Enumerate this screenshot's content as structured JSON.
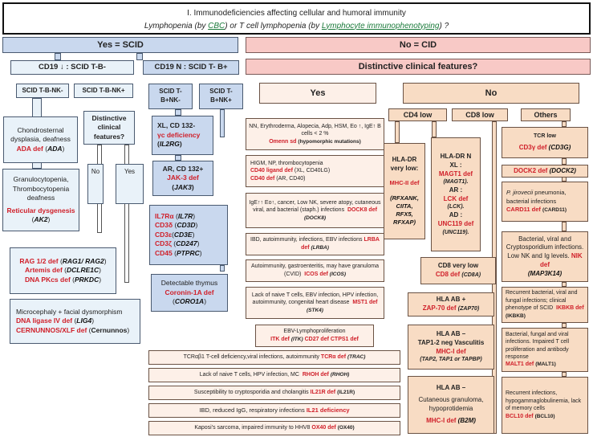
{
  "header": {
    "title": "I. Immunodeficiencies affecting cellular and humoral immunity",
    "question_pre": "Lymphopenia (by ",
    "cbc_link": "CBC",
    "question_mid": ") or T cell lymphopenia (by ",
    "pheno_link": "Lymphocyte immunophenotyping",
    "question_post": ") ?"
  },
  "scid": {
    "label": "Yes = SCID",
    "cd19_low": "CD19 ↓ : SCID T-B-",
    "cd19_n": "CD19 N : SCID T- B+",
    "tbnk_minus": "SCID T-B-NK-",
    "tbnk_plus": "SCID T-B-NK+",
    "tbpnk_minus": "SCID T-B+NK-",
    "tbpnk_plus": "SCID T-B+NK+",
    "distinctive": "Distinctive clinical features?",
    "no": "No",
    "yes": "Yes",
    "ada": {
      "text": "Chondrosternal dysplasia, deafness",
      "def": "ADA def",
      "gene": "ADA"
    },
    "reticular": {
      "text": "Granulocytopenia, Thrombocytopenia deafness",
      "def": "Reticular dysgenesis",
      "gene": "AK2"
    },
    "rag": [
      {
        "def": "RAG 1/2 def",
        "gene": "RAG1/ RAG2"
      },
      {
        "def": "Artemis def",
        "gene": "DCLRE1C"
      },
      {
        "def": "DNA PKcs def",
        "gene": "PRKDC"
      }
    ],
    "micro": {
      "text": "Microcephaly + facial dysmorphism",
      "items": [
        {
          "def": "DNA ligase IV def",
          "gene": "LIG4"
        },
        {
          "def": "CERNUNNOS/XLF def",
          "gene": "Cernunnos"
        }
      ]
    },
    "gamma_c": {
      "text": "XL,  CD 132-",
      "def": "γc deficiency",
      "gene": "IL2RG"
    },
    "jak3": {
      "text": "AR, CD 132+",
      "def": "JAK-3 def",
      "gene": "JAK3"
    },
    "il7": [
      {
        "def": "IL7Rα",
        "gene": "IL7R"
      },
      {
        "def": "CD3δ",
        "gene": "CD3D"
      },
      {
        "def": "CD3ε",
        "gene": "CD3E"
      },
      {
        "def": "CD3ζ",
        "gene": "CD247"
      },
      {
        "def": "CD45",
        "gene": "PTPRC"
      }
    ],
    "coronin": {
      "text": "Detectable thymus",
      "def": "Coronin-1A def",
      "gene": "CORO1A"
    }
  },
  "cid": {
    "label": "No = CID",
    "distinctive": "Distinctive clinical features?",
    "yes": "Yes",
    "no": "No",
    "yes_boxes": [
      {
        "text": "NN, Erythroderma, Alopecia, Adp, HSM, Eo ↑, IgE↑     B cells < 2 %",
        "def": "Omenn sd",
        "gene": "(hypomorphic mutations)"
      },
      {
        "text": "HIGM, NP, thrombocytopenia",
        "def": "CD40 ligand def",
        "gene": "(XL, CD40LG)",
        "def2": "CD40 def",
        "gene2": "(AR, CD40)"
      },
      {
        "text": "IgE↑↑ Eo↑, cancer, Low NK, severe atopy, cutaneous viral, and bacterial (staph.) infections",
        "def": "DOCK8 def",
        "gene": "(DOCK8)"
      },
      {
        "text": "IBD, autoimmunity, infections, EBV infections",
        "def": "LRBA def",
        "gene": "(LRBA)"
      },
      {
        "text": "Autoimmunity, gastroenteritis, may have granuloma (CVID)",
        "def": "ICOS def",
        "gene": "(ICOS)"
      },
      {
        "text": "Lack of naive T cells, EBV infection, HPV infection, autoimmunity, congenital heart disease",
        "def": "MST1 def",
        "gene": "(STK4)"
      },
      {
        "text": "EBV-Lymphoproliferation",
        "def": "ITK def",
        "gene": "(ITK)",
        "def2": "CD27 def CTPS1 def"
      }
    ],
    "wide_boxes": [
      {
        "text": "TCRαβ1 T-cell deficiency,viral infections, autoimmunity",
        "def": "TCRα def",
        "gene": "(TRAC)"
      },
      {
        "text": "Lack of naive T cells, HPV infection, MC",
        "def": "RHOH def",
        "gene": "(RHOH)"
      },
      {
        "text": "Susceptibility to cryptosporidia and cholangitis",
        "def": "IL21R def",
        "gene": "(IL21R)"
      },
      {
        "text": "IBD, reduced IgG, respiratory infections",
        "def": "IL21 deficiency",
        "gene": ""
      },
      {
        "text": "Kaposi's sarcoma, impaired immunity to HHV8",
        "def": "OX40 def",
        "gene": "(OX40)"
      }
    ],
    "cd4_low": "CD4 low",
    "cd8_low": "CD8 low",
    "others": "Others",
    "hla_dr_low": {
      "title": "HLA-DR very low:",
      "def": "MHC-II def",
      "gene": "(RFXANK, CIITA, RFX5, RFXAP)"
    },
    "hla_dr_n": {
      "title": "HLA-DR N",
      "items": [
        {
          "mode": "XL :",
          "def": "MAGT1 def",
          "gene": "(MAGT1)."
        },
        {
          "mode": "AR :",
          "def": "LCK def",
          "gene": "(LCK)."
        },
        {
          "mode": "AD :",
          "def": "UNC119 def",
          "gene": "(UNC119)."
        }
      ]
    },
    "cd8_very_low": {
      "title": "CD8 very low",
      "def": "CD8 def",
      "gene": "(CD8A)"
    },
    "zap70": {
      "title": "HLA AB +",
      "def": "ZAP-70 def",
      "gene": "(ZAP70)"
    },
    "tap": {
      "title": "HLA AB –",
      "sub": "TAP1-2 neg Vasculitis",
      "def": "MHC-I def",
      "gene": "(TAP2, TAP1 or TAPBP)"
    },
    "b2m": {
      "title": "HLA AB –",
      "text": "Cutaneous granuloma, hypoprotidemia",
      "def": "MHC-I def",
      "gene": "(B2M)"
    },
    "others_boxes": [
      {
        "title": "TCR low",
        "def": "CD3γ def",
        "gene": "(CD3G)"
      },
      {
        "def": "DOCK2 def",
        "gene": "(DOCK2)"
      },
      {
        "text_it": "P. jirovecii",
        "text": " pneumonia, bacterial infections",
        "def": "CARD11 def",
        "gene": "(CARD11)"
      },
      {
        "text": "Bacterial, viral and Cryptosporidium infections. Low NK and Ig levels.",
        "def": "NIK def",
        "gene": "(MAP3K14)"
      },
      {
        "text": "Recurrent bacterial, viral and fungal infections; clinical phenotype of SCID",
        "def": "IKBKB  def",
        "gene": "(IKBKB)"
      },
      {
        "text": "Bacterial, fungal and viral infections. Impaired T cell proliferation and antibody response",
        "def": "MALT1 def",
        "gene": "(MALT1)"
      },
      {
        "text": "Recurrent infections, hypogammaglobulinemia, lack of  memory cells",
        "def": "BCL10 def",
        "gene": "(BCL10)"
      }
    ]
  },
  "colors": {
    "scid_blue": "#c9d8ee",
    "scid_light": "#e9f2f9",
    "cid_pink": "#f8c9c6",
    "cid_peach": "#f8dcc4",
    "cid_light": "#fdf0e8",
    "defect_red": "#d0202a",
    "link_green": "#1a7a3a"
  }
}
